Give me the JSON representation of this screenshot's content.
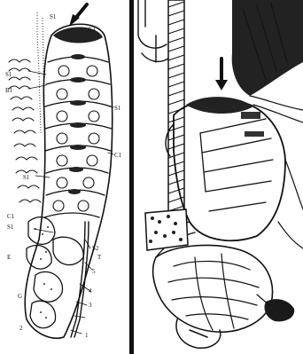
{
  "labels": {
    "s1_top": "S1",
    "c1_top": "C1",
    "s1_side_a": "S1",
    "s1_side_b": "B1",
    "s1_mid": "S1",
    "c1_mid": "C1",
    "s1_low": "S1",
    "c1_low": "C1",
    "s1_lower": "S1",
    "e_label": "E",
    "s2_label": "S2",
    "t_label": "T",
    "five_label": "5",
    "four_label": "4",
    "three_label": "3",
    "two_label": "2",
    "one_label": "1",
    "g_label": "G"
  }
}
